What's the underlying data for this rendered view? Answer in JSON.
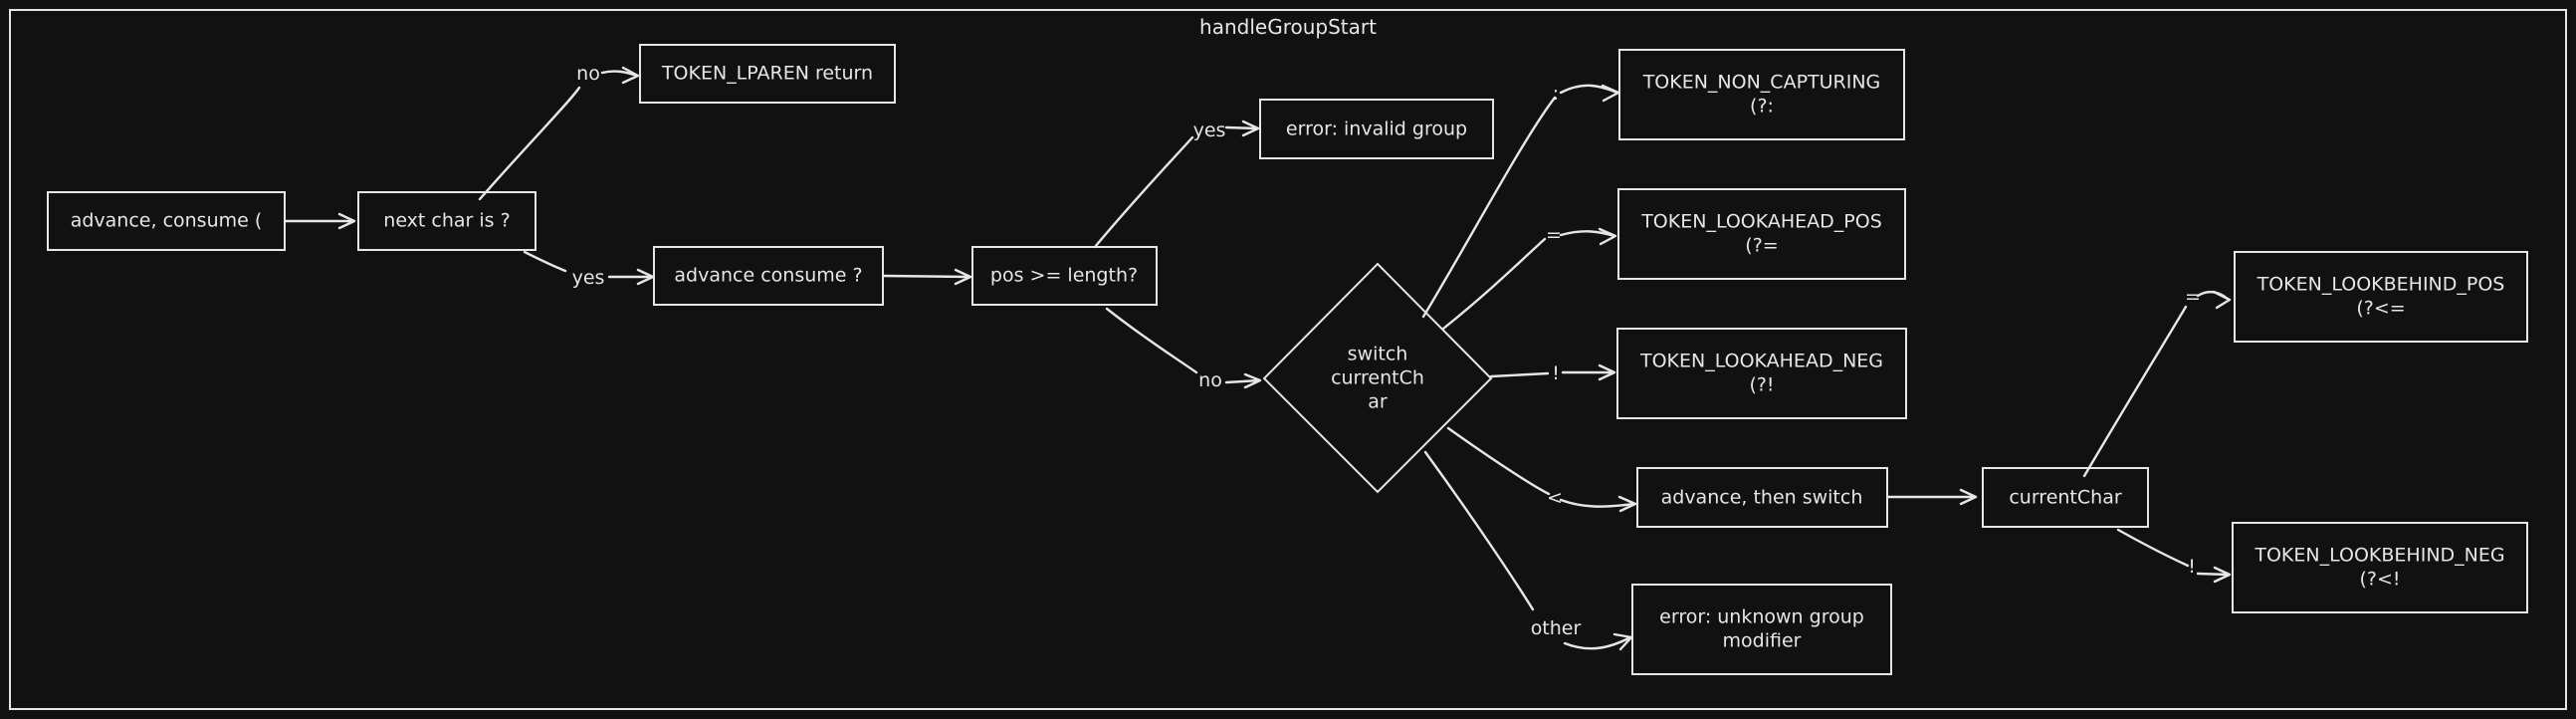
{
  "frame": {
    "title": "handleGroupStart"
  },
  "nodes": {
    "advance_consume_paren": [
      "advance, consume ("
    ],
    "next_char_is": [
      "next char is ?"
    ],
    "token_lparen_return": [
      "TOKEN_LPAREN return"
    ],
    "advance_consume_q": [
      "advance consume ?"
    ],
    "pos_ge_length": [
      "pos >= length?"
    ],
    "error_invalid_group": [
      "error: invalid group"
    ],
    "switch_current_char": [
      "switch",
      "currentCh",
      "ar"
    ],
    "token_non_capturing": [
      "TOKEN_NON_CAPTURING",
      "(?:"
    ],
    "token_lookahead_pos": [
      "TOKEN_LOOKAHEAD_POS",
      "(?="
    ],
    "token_lookahead_neg": [
      "TOKEN_LOOKAHEAD_NEG",
      "(?!"
    ],
    "advance_then_switch": [
      "advance, then switch"
    ],
    "error_unknown_modifier": [
      "error: unknown group",
      "modifier"
    ],
    "current_char": [
      "currentChar"
    ],
    "token_lookbehind_pos": [
      "TOKEN_LOOKBEHIND_POS",
      "(?<="
    ],
    "token_lookbehind_neg": [
      "TOKEN_LOOKBEHIND_NEG",
      "(?<!"
    ]
  },
  "edge_labels": {
    "no_lparen": "no",
    "yes_advance": "yes",
    "yes_error": "yes",
    "no_switch": "no",
    "colon": ":",
    "equals": "=",
    "bang": "!",
    "lt": "<",
    "other": "other",
    "lb_equals": "=",
    "lb_bang": "!"
  }
}
